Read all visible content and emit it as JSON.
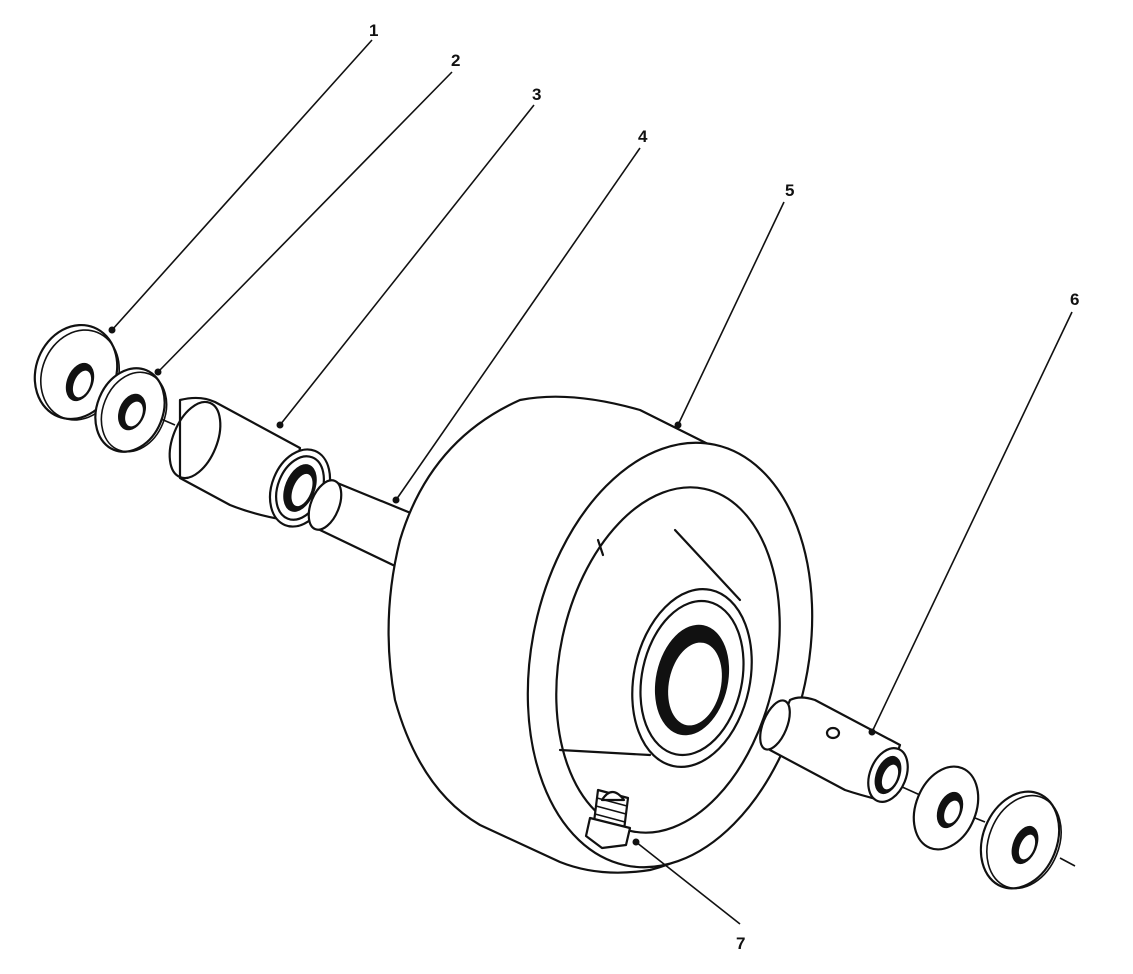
{
  "diagram": {
    "callouts": [
      {
        "label": "1"
      },
      {
        "label": "2"
      },
      {
        "label": "3"
      },
      {
        "label": "4"
      },
      {
        "label": "5"
      },
      {
        "label": "6"
      },
      {
        "label": "7"
      }
    ]
  }
}
